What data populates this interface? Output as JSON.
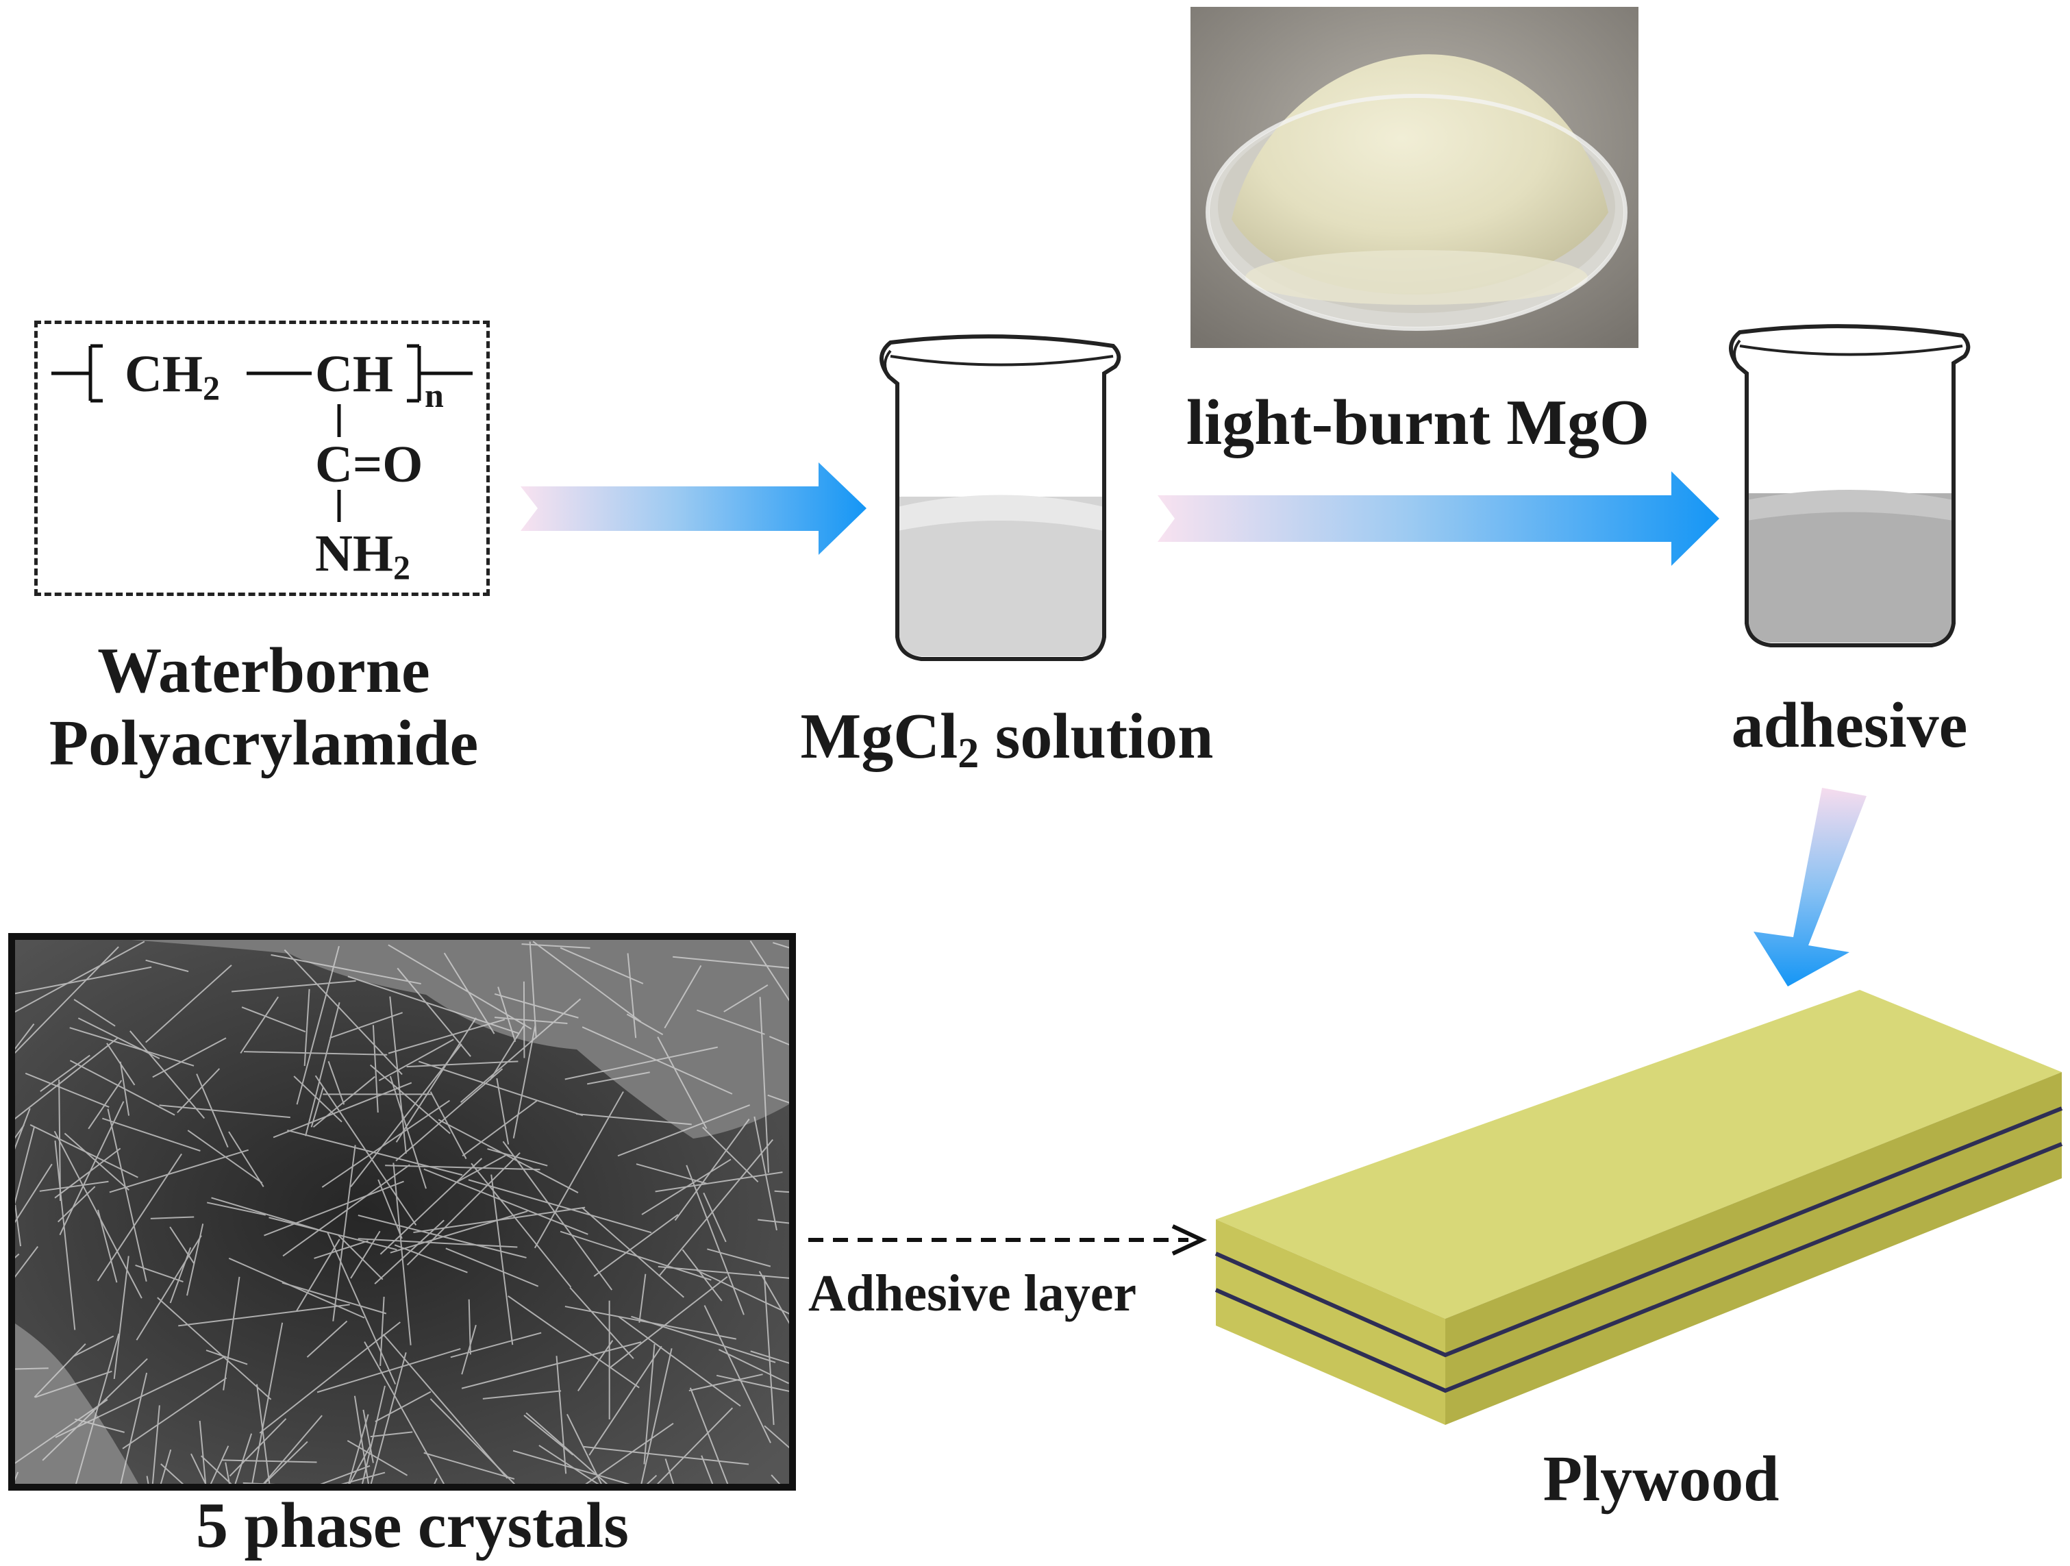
{
  "formula": {
    "ch2": "CH",
    "ch2_sub": "2",
    "ch": "CH",
    "repeat": "n",
    "carbonyl": "C=O",
    "amine": "NH",
    "amine_sub": "2"
  },
  "labels": {
    "polymer_line1": "Waterborne",
    "polymer_line2": "Polyacrylamide",
    "solution_prefix": "MgCl",
    "solution_sub": "2",
    "solution_suffix": " solution",
    "mgo": "light-burnt MgO",
    "adhesive": "adhesive",
    "crystals": "5 phase crystals",
    "adhesive_layer": "Adhesive layer",
    "plywood": "Plywood"
  },
  "colors": {
    "arrow_start": "#f6dcec",
    "arrow_end": "#1a9bf5",
    "beaker_liquid_1": "#d4d4d4",
    "beaker_liquid_2": "#b0b0b0",
    "plywood_top": "#d8d878",
    "plywood_front": "#c8c55a",
    "plywood_side": "#b3b047",
    "plywood_lines": "#2e2e55"
  },
  "icons": [
    "beaker-icon",
    "gradient-arrow-icon",
    "dashed-arrow-icon",
    "plywood-icon"
  ]
}
